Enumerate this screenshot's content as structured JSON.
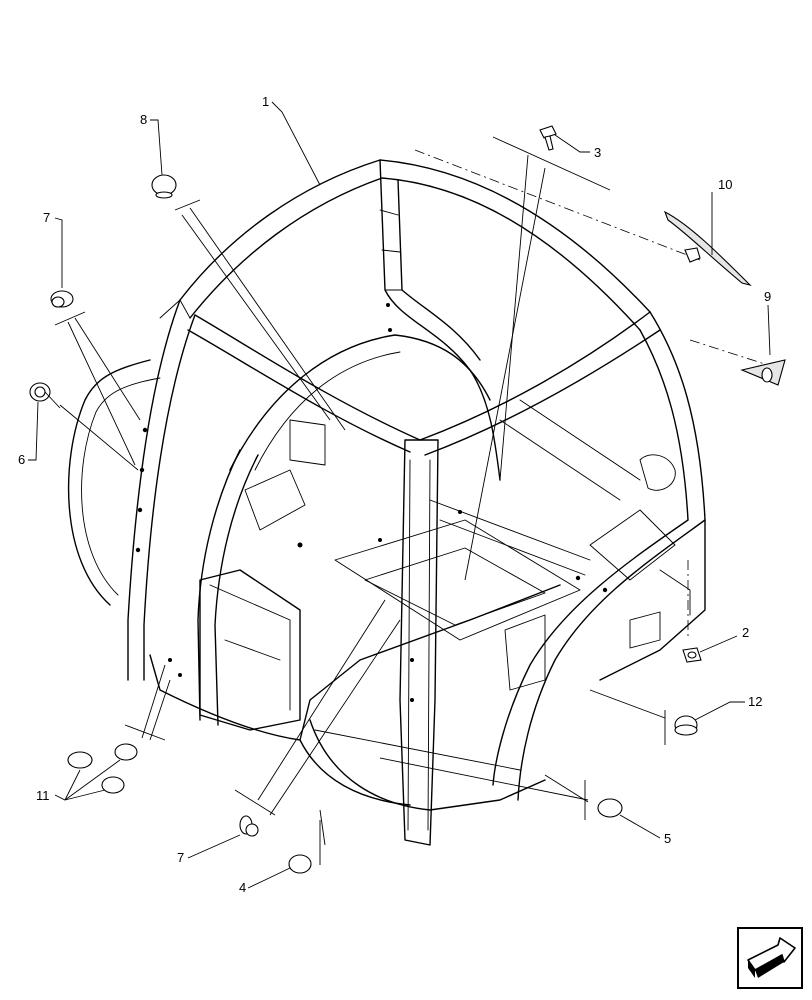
{
  "callouts": [
    {
      "id": "c1",
      "label": "1"
    },
    {
      "id": "c2",
      "label": "2"
    },
    {
      "id": "c3",
      "label": "3"
    },
    {
      "id": "c4",
      "label": "4"
    },
    {
      "id": "c5",
      "label": "5"
    },
    {
      "id": "c6",
      "label": "6"
    },
    {
      "id": "c7a",
      "label": "7"
    },
    {
      "id": "c7b",
      "label": "7"
    },
    {
      "id": "c8",
      "label": "8"
    },
    {
      "id": "c9",
      "label": "9"
    },
    {
      "id": "c10",
      "label": "10"
    },
    {
      "id": "c11",
      "label": "11"
    },
    {
      "id": "c12",
      "label": "12"
    }
  ],
  "navigation": {
    "icon": "arrow-return-icon"
  }
}
